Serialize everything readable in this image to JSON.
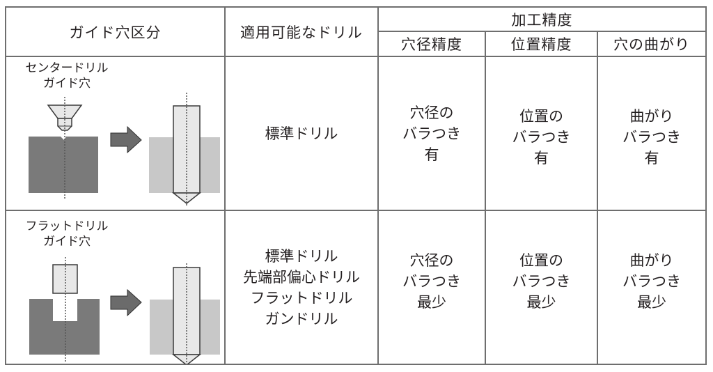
{
  "table": {
    "header": {
      "col_guide": "ガイド穴区分",
      "col_drill": "適用可能なドリル",
      "group_accuracy": "加工精度",
      "col_diameter": "穴径精度",
      "col_position": "位置精度",
      "col_bend": "穴の曲がり"
    },
    "rows": [
      {
        "guide_label_line1": "センタードリル",
        "guide_label_line2": "ガイド穴",
        "drills": [
          "標準ドリル"
        ],
        "diameter": [
          "穴径の",
          "バラつき",
          "有"
        ],
        "position": [
          "位置の",
          "バラつき",
          "有"
        ],
        "bend": [
          "曲がり",
          "バラつき",
          "有"
        ]
      },
      {
        "guide_label_line1": "フラットドリル",
        "guide_label_line2": "ガイド穴",
        "drills": [
          "標準ドリル",
          "先端部偏心ドリル",
          "フラットドリル",
          "ガンドリル"
        ],
        "diameter": [
          "穴径の",
          "バラつき",
          "最少"
        ],
        "position": [
          "位置の",
          "バラつき",
          "最少"
        ],
        "bend": [
          "曲がり",
          "バラつき",
          "最少"
        ]
      }
    ]
  },
  "colors": {
    "border": "#6e6e6e",
    "workpiece_dark": "#7a7a7a",
    "workpiece_light": "#c8c8c8",
    "tool_fill": "#e8e8e8",
    "arrow_fill": "#6b6b6b",
    "text": "#231f20"
  }
}
